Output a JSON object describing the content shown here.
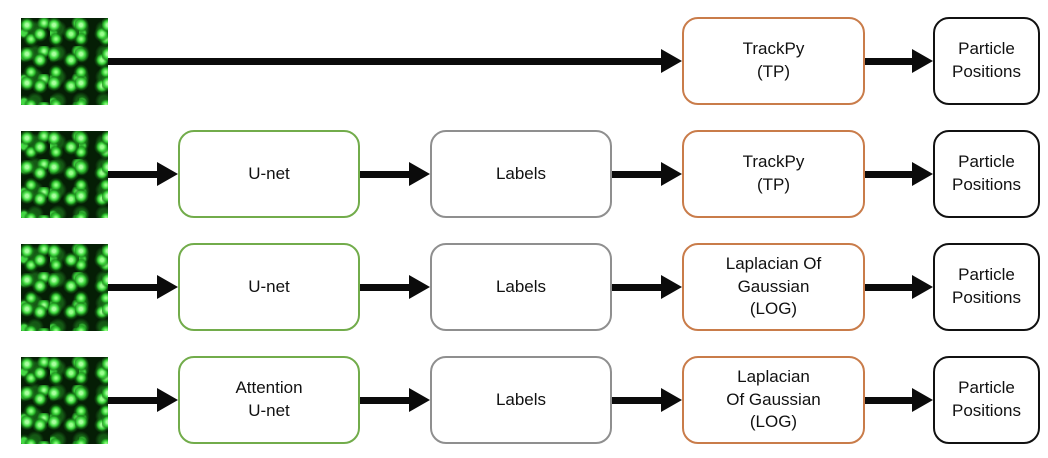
{
  "diagram": {
    "description": "four particle-tracking pipeline rows",
    "rows": [
      {
        "input_image": "green-fluorescence-particle-micrograph",
        "steps": [
          {
            "kind": "detector",
            "label": "TrackPy\n(TP)"
          },
          {
            "kind": "output",
            "label": "Particle\nPositions"
          }
        ]
      },
      {
        "input_image": "green-fluorescence-particle-micrograph",
        "steps": [
          {
            "kind": "model",
            "label": "U-net"
          },
          {
            "kind": "intermediate",
            "label": "Labels"
          },
          {
            "kind": "detector",
            "label": "TrackPy\n(TP)"
          },
          {
            "kind": "output",
            "label": "Particle\nPositions"
          }
        ]
      },
      {
        "input_image": "green-fluorescence-particle-micrograph",
        "steps": [
          {
            "kind": "model",
            "label": "U-net"
          },
          {
            "kind": "intermediate",
            "label": "Labels"
          },
          {
            "kind": "detector",
            "label": "Laplacian Of\nGaussian\n(LOG)"
          },
          {
            "kind": "output",
            "label": "Particle\nPositions"
          }
        ]
      },
      {
        "input_image": "green-fluorescence-particle-micrograph",
        "steps": [
          {
            "kind": "model",
            "label": "Attention\nU-net"
          },
          {
            "kind": "intermediate",
            "label": "Labels"
          },
          {
            "kind": "detector",
            "label": "Laplacian\nOf Gaussian\n(LOG)"
          },
          {
            "kind": "output",
            "label": "Particle\nPositions"
          }
        ]
      }
    ]
  },
  "colors": {
    "model_border": "#72AC4B",
    "intermediate_border": "#8F8F8F",
    "detector_border": "#C97C4A",
    "output_border": "#111111",
    "arrow": "#0B0B0B",
    "image_background": "#051E05",
    "image_dot": "#3FD83F"
  }
}
